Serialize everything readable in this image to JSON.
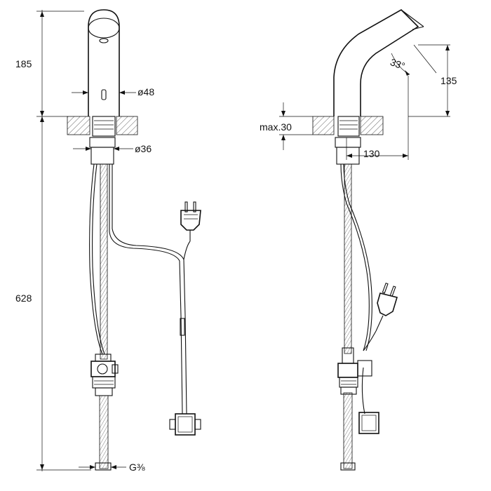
{
  "diagram": {
    "front_view": {
      "dimensions": {
        "spout_height": "185",
        "body_diameter": "ø48",
        "shank_diameter": "ø36",
        "total_height": "628",
        "connection_thread": "G⅜"
      }
    },
    "side_view": {
      "dimensions": {
        "deck_thickness": "max.30",
        "spout_angle": "33°",
        "spout_outlet_height": "135",
        "spout_reach": "130"
      }
    }
  }
}
